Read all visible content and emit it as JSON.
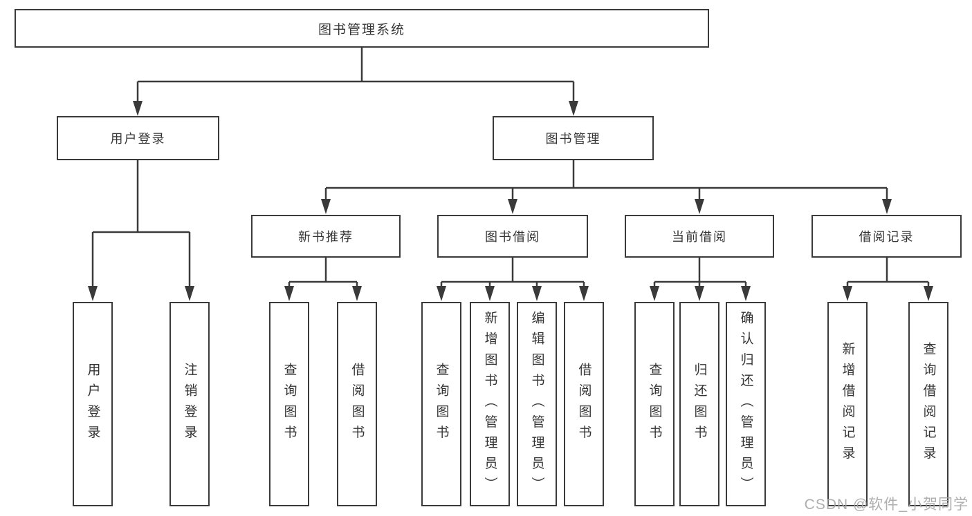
{
  "diagram_title": "图书管理系统",
  "colors": {
    "line": "#3a3a3a",
    "text": "#353535",
    "box_fill": "#ffffff",
    "watermark": "#a6a6a6",
    "background": "#ffffff"
  },
  "nodes": {
    "root": {
      "label": "图书管理系统"
    },
    "user_login": {
      "label": "用户登录"
    },
    "book_mgmt": {
      "label": "图书管理"
    },
    "new_book_rec": {
      "label": "新书推荐"
    },
    "book_borrow": {
      "label": "图书借阅"
    },
    "current_borrow": {
      "label": "当前借阅"
    },
    "borrow_records": {
      "label": "借阅记录"
    },
    "leaf_user_login": {
      "label": "用户登录"
    },
    "leaf_logout": {
      "label": "注销登录"
    },
    "leaf_query_book_1": {
      "label": "查询图书"
    },
    "leaf_borrow_book_1": {
      "label": "借阅图书"
    },
    "leaf_query_book_2": {
      "label": "查询图书"
    },
    "leaf_add_book": {
      "label": "新增图书（管理员）"
    },
    "leaf_edit_book": {
      "label": "编辑图书（管理员）"
    },
    "leaf_borrow_book_2": {
      "label": "借阅图书"
    },
    "leaf_query_book_3": {
      "label": "查询图书"
    },
    "leaf_return_book": {
      "label": "归还图书"
    },
    "leaf_confirm_return": {
      "label": "确认归还（管理员）"
    },
    "leaf_add_record": {
      "label": "新增借阅记录"
    },
    "leaf_query_record": {
      "label": "查询借阅记录"
    }
  },
  "hierarchy": {
    "图书管理系统": [
      "用户登录",
      "图书管理"
    ],
    "用户登录": [
      "用户登录",
      "注销登录"
    ],
    "图书管理": [
      "新书推荐",
      "图书借阅",
      "当前借阅",
      "借阅记录"
    ],
    "新书推荐": [
      "查询图书",
      "借阅图书"
    ],
    "图书借阅": [
      "查询图书",
      "新增图书（管理员）",
      "编辑图书（管理员）",
      "借阅图书"
    ],
    "当前借阅": [
      "查询图书",
      "归还图书",
      "确认归还（管理员）"
    ],
    "借阅记录": [
      "新增借阅记录",
      "查询借阅记录"
    ]
  },
  "watermark": {
    "text": "CSDN @软件_小贺同学"
  }
}
